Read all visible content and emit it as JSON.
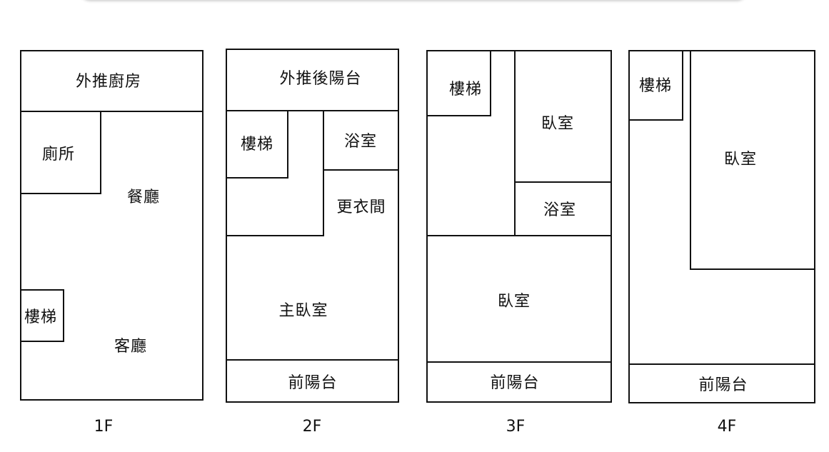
{
  "floors": [
    {
      "label": "1F",
      "rooms": {
        "kitchen": "外推廚房",
        "toilet": "廁所",
        "dining": "餐廳",
        "stairs": "樓梯",
        "living": "客廳"
      }
    },
    {
      "label": "2F",
      "rooms": {
        "rear_balcony": "外推後陽台",
        "stairs": "樓梯",
        "bathroom": "浴室",
        "closet": "更衣間",
        "master_bedroom": "主臥室",
        "front_balcony": "前陽台"
      }
    },
    {
      "label": "3F",
      "rooms": {
        "stairs": "樓梯",
        "bedroom_upper": "臥室",
        "bathroom": "浴室",
        "bedroom_lower": "臥室",
        "front_balcony": "前陽台"
      }
    },
    {
      "label": "4F",
      "rooms": {
        "stairs": "樓梯",
        "bedroom": "臥室",
        "front_balcony": "前陽台"
      }
    }
  ]
}
